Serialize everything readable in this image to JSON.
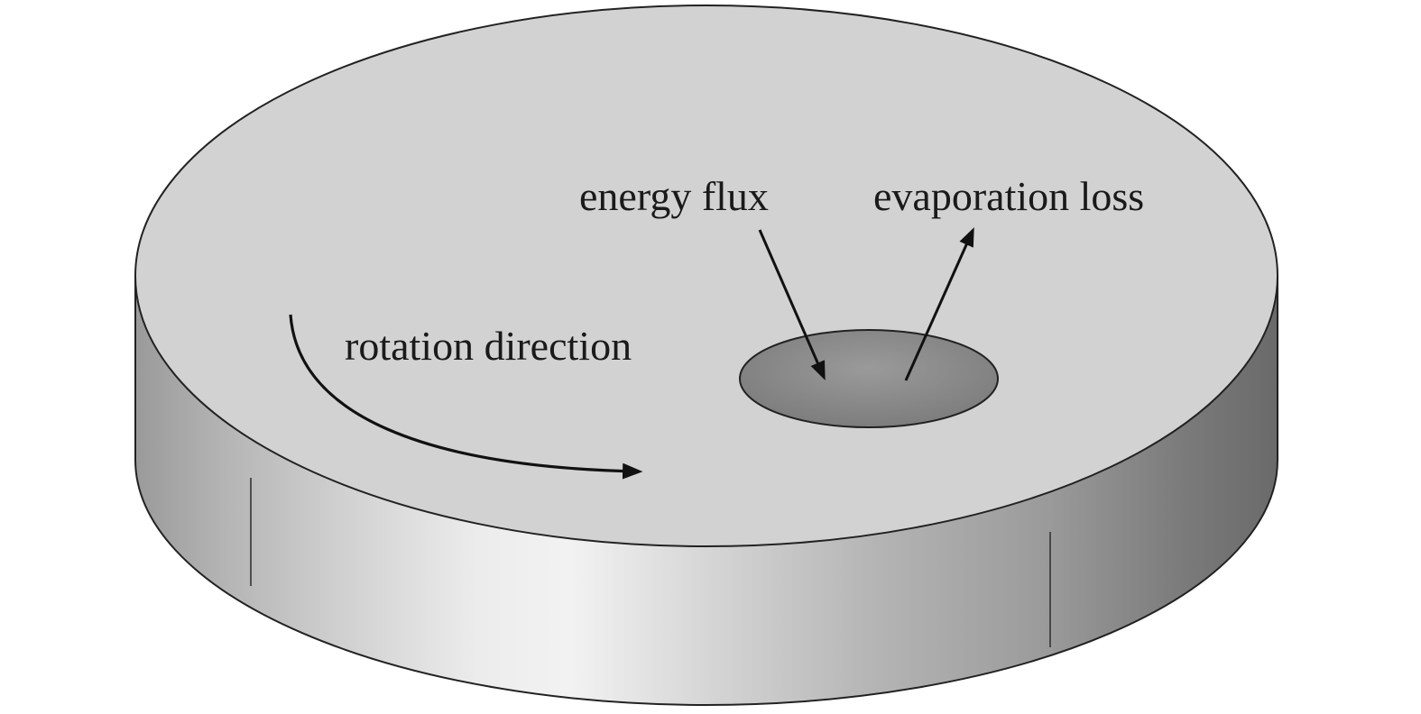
{
  "labels": {
    "energy_flux": "energy flux",
    "evaporation_loss": "evaporation loss",
    "rotation_direction": "rotation direction"
  },
  "colors": {
    "disk_top": "#d2d2d2",
    "spot": "#8a8a8a",
    "outline": "#222222",
    "arrow": "#111111"
  }
}
